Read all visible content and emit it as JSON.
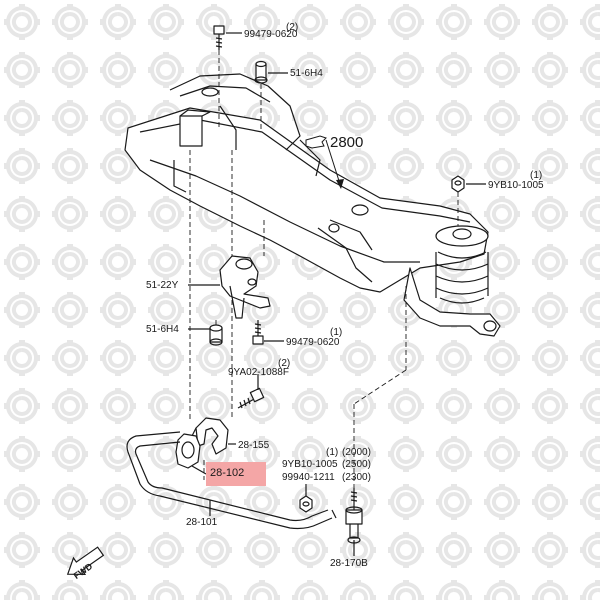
{
  "callouts": {
    "bolt_top": "99479-0620",
    "bolt_top_qty": "(2)",
    "nut_top": "51-6H4",
    "crossmember": "2800",
    "nut_right": "9YB10-1005",
    "nut_right_qty": "(1)",
    "bracket": "51-22Y",
    "nut_left": "51-6H4",
    "bolt_mid": "99479-0620",
    "bolt_mid_qty": "(1)",
    "bolt_clamp": "9YA02-1088F",
    "bolt_clamp_qty": "(2)",
    "clamp": "28-155",
    "bushing": "28-102",
    "stab_bar": "28-101",
    "link_nut_a": "9YB10-1005",
    "link_nut_b": "99940-1211",
    "link_qty_a": "(1)",
    "variant_2000": "(2000)",
    "variant_2500": "(2500)",
    "variant_2300": "(2300)",
    "link": "28-170B",
    "fwd": "FWD"
  },
  "colors": {
    "line": "#1a1a1a",
    "highlight": "#f4a6a6",
    "watermark": "#e6e6e6"
  },
  "icons": {
    "watermark": "gear-wrench-icon",
    "pointer": "pointing-hand-icon",
    "direction": "fwd-arrow-icon"
  }
}
